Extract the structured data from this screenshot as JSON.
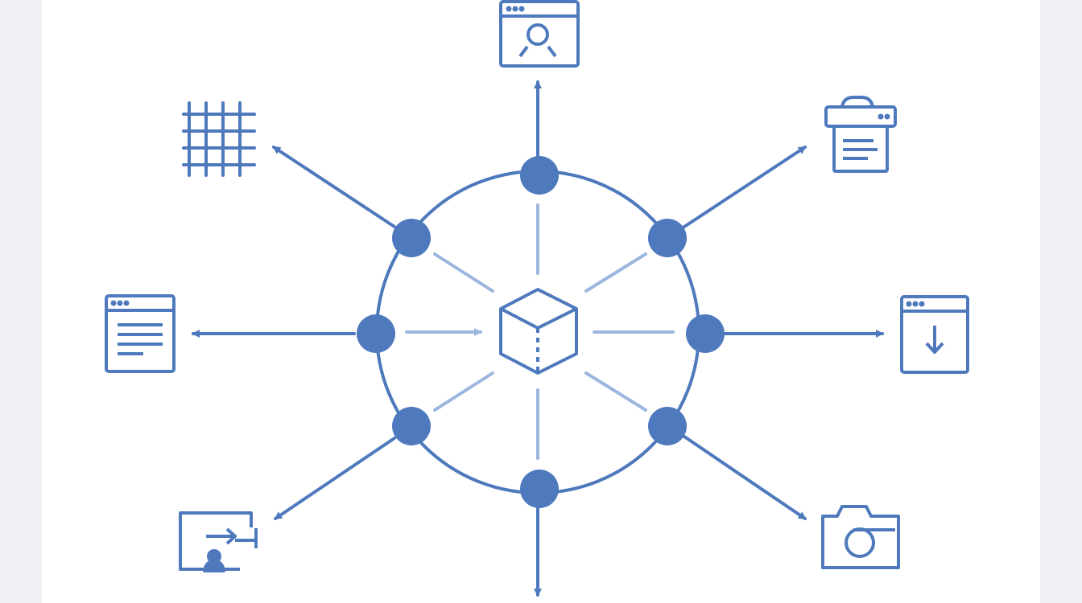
{
  "diagram": {
    "kind": "hub-and-spoke",
    "colors": {
      "primary": "#4e79bd",
      "connector_light": "#9db6de",
      "panel": "#ffffff",
      "backdrop": "#eef0f3"
    },
    "center": {
      "icon": "cube-icon"
    },
    "spokes": [
      {
        "position": "top",
        "icon": "browser-search-icon",
        "arrow": "outward"
      },
      {
        "position": "top-right",
        "icon": "storage-box-icon",
        "arrow": "outward"
      },
      {
        "position": "right",
        "icon": "window-download-icon",
        "arrow": "outward"
      },
      {
        "position": "bottom-right",
        "icon": "camera-icon",
        "arrow": "outward"
      },
      {
        "position": "bottom",
        "icon": "none",
        "arrow": "outward"
      },
      {
        "position": "bottom-left",
        "icon": "user-transfer-icon",
        "arrow": "outward"
      },
      {
        "position": "left",
        "icon": "window-document-icon",
        "arrow": "outward"
      },
      {
        "position": "top-left",
        "icon": "grid-icon",
        "arrow": "outward"
      }
    ]
  }
}
